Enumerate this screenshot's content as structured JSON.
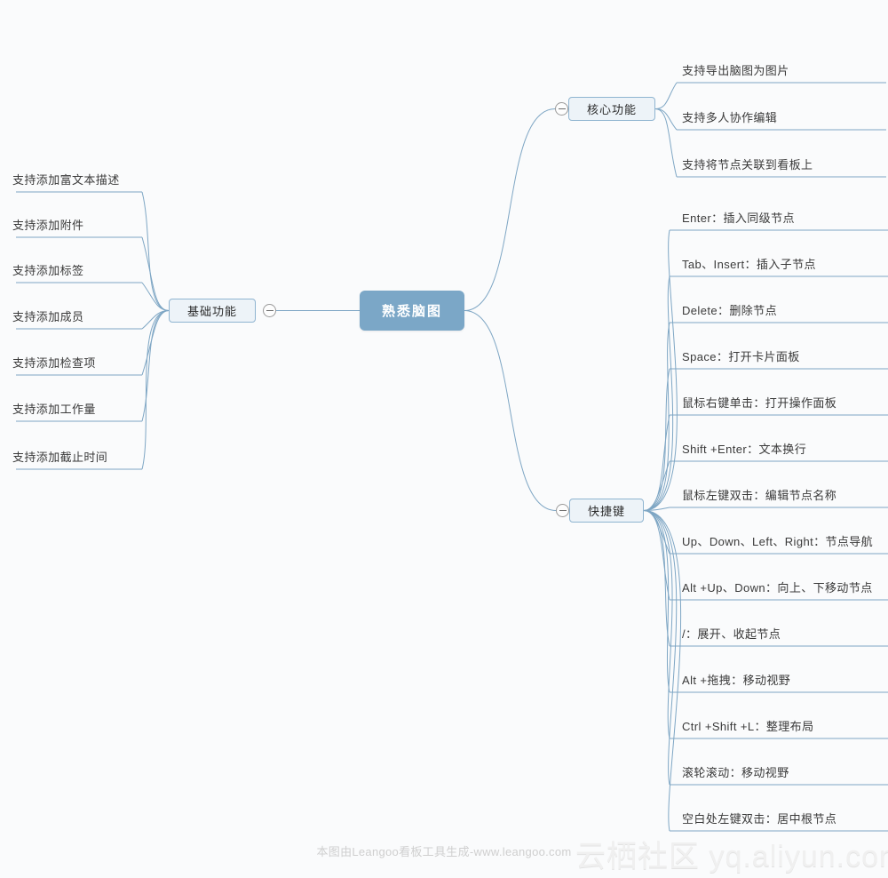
{
  "mindmap": {
    "root": {
      "label": "熟悉脑图"
    },
    "branches": [
      {
        "label": "核心功能",
        "side": "right",
        "collapse_icon": "minus-circle-icon",
        "children": [
          {
            "label": "支持导出脑图为图片"
          },
          {
            "label": "支持多人协作编辑"
          },
          {
            "label": "支持将节点关联到看板上"
          }
        ]
      },
      {
        "label": "基础功能",
        "side": "left",
        "collapse_icon": "minus-circle-icon",
        "children": [
          {
            "label": "支持添加富文本描述"
          },
          {
            "label": "支持添加附件"
          },
          {
            "label": "支持添加标签"
          },
          {
            "label": "支持添加成员"
          },
          {
            "label": "支持添加检查项"
          },
          {
            "label": "支持添加工作量"
          },
          {
            "label": "支持添加截止时间"
          }
        ]
      },
      {
        "label": "快捷键",
        "side": "right",
        "collapse_icon": "minus-circle-icon",
        "children": [
          {
            "label": "Enter：插入同级节点"
          },
          {
            "label": "Tab、Insert：插入子节点"
          },
          {
            "label": "Delete：删除节点"
          },
          {
            "label": "Space：打开卡片面板"
          },
          {
            "label": "鼠标右键单击：打开操作面板"
          },
          {
            "label": "Shift +Enter：文本换行"
          },
          {
            "label": "鼠标左键双击：编辑节点名称"
          },
          {
            "label": "Up、Down、Left、Right：节点导航"
          },
          {
            "label": "Alt +Up、Down：向上、下移动节点"
          },
          {
            "label": "/：展开、收起节点"
          },
          {
            "label": "Alt +拖拽：移动视野"
          },
          {
            "label": "Ctrl +Shift +L：整理布局"
          },
          {
            "label": "滚轮滚动：移动视野"
          },
          {
            "label": "空白处左键双击：居中根节点"
          }
        ]
      }
    ]
  },
  "footer": {
    "text": "本图由Leangoo看板工具生成-www.leangoo.com"
  },
  "watermark": {
    "text": "云栖社区 yq.aliyun.com"
  },
  "colors": {
    "background": "#fafbfc",
    "root_fill": "#7ba7c7",
    "root_text": "#ffffff",
    "branch_fill": "#edf3f8",
    "branch_border": "#8fb4d0",
    "link": "#7ea6c4",
    "leaf_text": "#3a3a3a",
    "footer_text": "#cfcfcf",
    "watermark_text": "#f0f0f0"
  }
}
